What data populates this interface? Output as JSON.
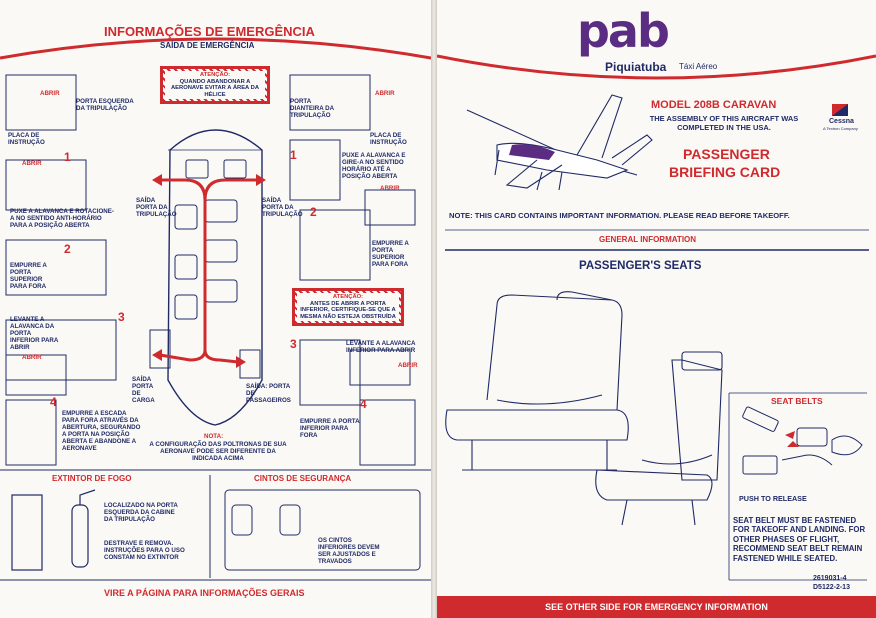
{
  "left": {
    "title": "INFORMAÇÕES DE EMERGÊNCIA",
    "subtitle": "SAÍDA DE EMERGÊNCIA",
    "attention_top": {
      "heading": "ATENÇÃO:",
      "body": "QUANDO ABANDONAR A AERONAVE EVITAR A ÁREA DA HÉLICE"
    },
    "labels": {
      "porta_esq": "PORTA ESQUERDA DA TRIPULAÇÃO",
      "porta_dir": "PORTA DIANTEIRA DA TRIPULAÇÃO",
      "placa_left": "PLACA DE INSTRUÇÃO",
      "placa_right": "PLACA DE INSTRUÇÃO",
      "abrir": "ABRIR",
      "step1_left": "PUXE A ALAVANCA E ROTACIONE-A NO SENTIDO ANTI-HORÁRIO PARA A POSIÇÃO ABERTA",
      "step1_right": "PUXE A ALAVANCA E GIRE-A NO SENTIDO HORÁRIO ATÉ A POSIÇÃO ABERTA",
      "step2_left": "EMPURRE A PORTA SUPERIOR PARA FORA",
      "step2_right": "EMPURRE A PORTA SUPERIOR PARA FORA",
      "step3_left": "LEVANTE A ALAVANCA DA PORTA INFERIOR PARA ABRIR",
      "step3_right": "LEVANTE A ALAVANCA INFERIOR PARA ABRIR",
      "step4_left": "EMPURRE A ESCADA PARA FORA ATRAVÉS DA ABERTURA, SEGURANDO A PORTA NA POSIÇÃO ABERTA E ABANDONE A AERONAVE",
      "step4_right": "EMPURRE A PORTA INFERIOR PARA FORA",
      "exit_trip_left": "SAÍDA PORTA DA TRIPULAÇÃO",
      "exit_trip_right": "SAÍDA PORTA DA TRIPULAÇÃO",
      "exit_cargo": "SAÍDA PORTA DE CARGA",
      "exit_pass": "SAÍDA: PORTA DE PASSAGEIROS",
      "nota_head": "NOTA:",
      "nota_body": "A CONFIGURAÇÃO DAS POLTRONAS DE SUA AERONAVE PODE SER DIFERENTE DA INDICADA ACIMA"
    },
    "attention_mid": {
      "heading": "ATENÇÃO:",
      "body": "ANTES DE ABRIR A PORTA INFERIOR, CERTIFIQUE-SE QUE A MESMA NÃO ESTEJA OBSTRUÍDA"
    },
    "numbers": {
      "n1": "1",
      "n2": "2",
      "n3": "3",
      "n4": "4"
    },
    "extintor": {
      "title": "EXTINTOR DE FOGO",
      "loc": "LOCALIZADO NA PORTA ESQUERDA DA CABINE DA TRIPULAÇÃO",
      "instr": "DESTRAVE E REMOVA. INSTRUÇÕES PARA O USO CONSTAM NO EXTINTOR"
    },
    "cintos": {
      "title": "CINTOS DE SEGURANÇA",
      "text": "OS CINTOS INFERIORES DEVEM SER AJUSTADOS E TRAVADOS"
    },
    "footer": "VIRE A PÁGINA PARA INFORMAÇÕES GERAIS"
  },
  "right": {
    "logo_letters": "pab",
    "brand": "Piquiatuba",
    "brand_sub": "Táxi Aéreo",
    "model": "MODEL 208B CARAVAN",
    "assembly": "THE ASSEMBLY OF THIS AIRCRAFT WAS COMPLETED IN THE USA.",
    "cessna": "Cessna",
    "cessna_sub": "A Textron Company",
    "card_title_1": "PASSENGER",
    "card_title_2": "BRIEFING CARD",
    "note": "NOTE: THIS CARD CONTAINS IMPORTANT INFORMATION. PLEASE READ BEFORE TAKEOFF.",
    "general": "GENERAL INFORMATION",
    "seats_title": "PASSENGER'S SEATS",
    "belts_title": "SEAT BELTS",
    "push": "PUSH TO RELEASE",
    "belt_text": "SEAT BELT MUST BE FASTENED FOR TAKEOFF AND LANDING. FOR OTHER PHASES OF FLIGHT, RECOMMEND SEAT BELT REMAIN FASTENED WHILE SEATED.",
    "code1": "2619031-4",
    "code2": "D5122-2-13",
    "footer": "SEE OTHER SIDE FOR EMERGENCY INFORMATION"
  },
  "colors": {
    "red": "#cf2a2e",
    "navy": "#1f2a66",
    "logo_purple": "#5b2d82",
    "logo_blue": "#3a6cc0"
  }
}
